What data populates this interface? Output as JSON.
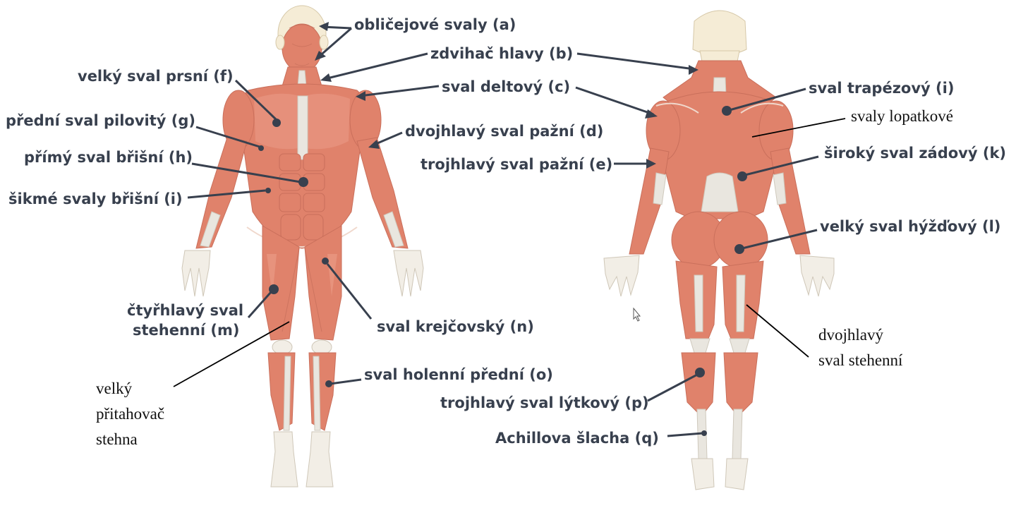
{
  "labels": {
    "a": "obličejové svaly (a)",
    "b": "zdvihač hlavy (b)",
    "f": "velký sval prsní (f)",
    "c": "sval deltový (c)",
    "g": "přední sval pilovitý (g)",
    "d": "dvojhlavý sval pažní (d)",
    "h": "přímý sval břišní (h)",
    "e": "trojhlavý sval pažní (e)",
    "i_front": "šikmé svaly břišní (i)",
    "m_line1": "čtyřhlavý sval",
    "m_line2": "stehenní (m)",
    "n": "sval krejčovský (n)",
    "o": "sval holenní přední (o)",
    "p": "trojhlavý sval lýtkový (p)",
    "q": "Achillova šlacha (q)",
    "i_back": "sval trapézový (i)",
    "lopatkove": "svaly lopatkové",
    "k": "široký sval zádový (k)",
    "l": "velký sval hýžďový (l)",
    "dvojhlavy_line1": "dvojhlavý",
    "dvojhlavy_line2": "sval stehenní",
    "velky_line1": "velký",
    "velky_line2": "přitahovač",
    "velky_line3": "stehna"
  },
  "colors": {
    "label_text": "#38404e",
    "muscle": "#e0826b",
    "tendon": "#e9e6df",
    "bone": "#f2eee6"
  }
}
